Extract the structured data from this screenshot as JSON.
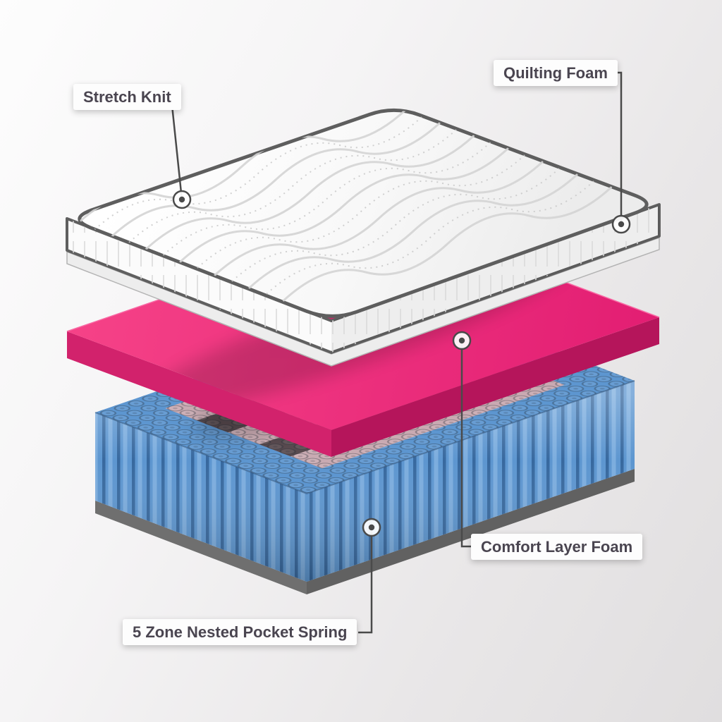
{
  "callouts": {
    "stretch_knit": {
      "label": "Stretch Knit"
    },
    "quilting_foam": {
      "label": "Quilting Foam"
    },
    "comfort_layer_foam": {
      "label": "Comfort Layer Foam"
    },
    "pocket_spring": {
      "label": "5 Zone Nested Pocket Spring"
    }
  },
  "colors": {
    "foam_pink_top": "#EF2F7E",
    "foam_pink_side_left": "#D2226C",
    "foam_pink_side_right": "#B5155B",
    "spring_blue": "#5D96D0",
    "spring_zone_light": "#C9AAB2",
    "spring_zone_dark": "#584A4F",
    "base_gray": "#6F6F6F",
    "fabric_white": "#FDFDFD",
    "piping_gray": "#5E5E5E",
    "label_text": "#4A4550",
    "connector_line": "#4A4A4A",
    "background_start": "#FDFDFD",
    "background_end": "#E0DEDF"
  }
}
